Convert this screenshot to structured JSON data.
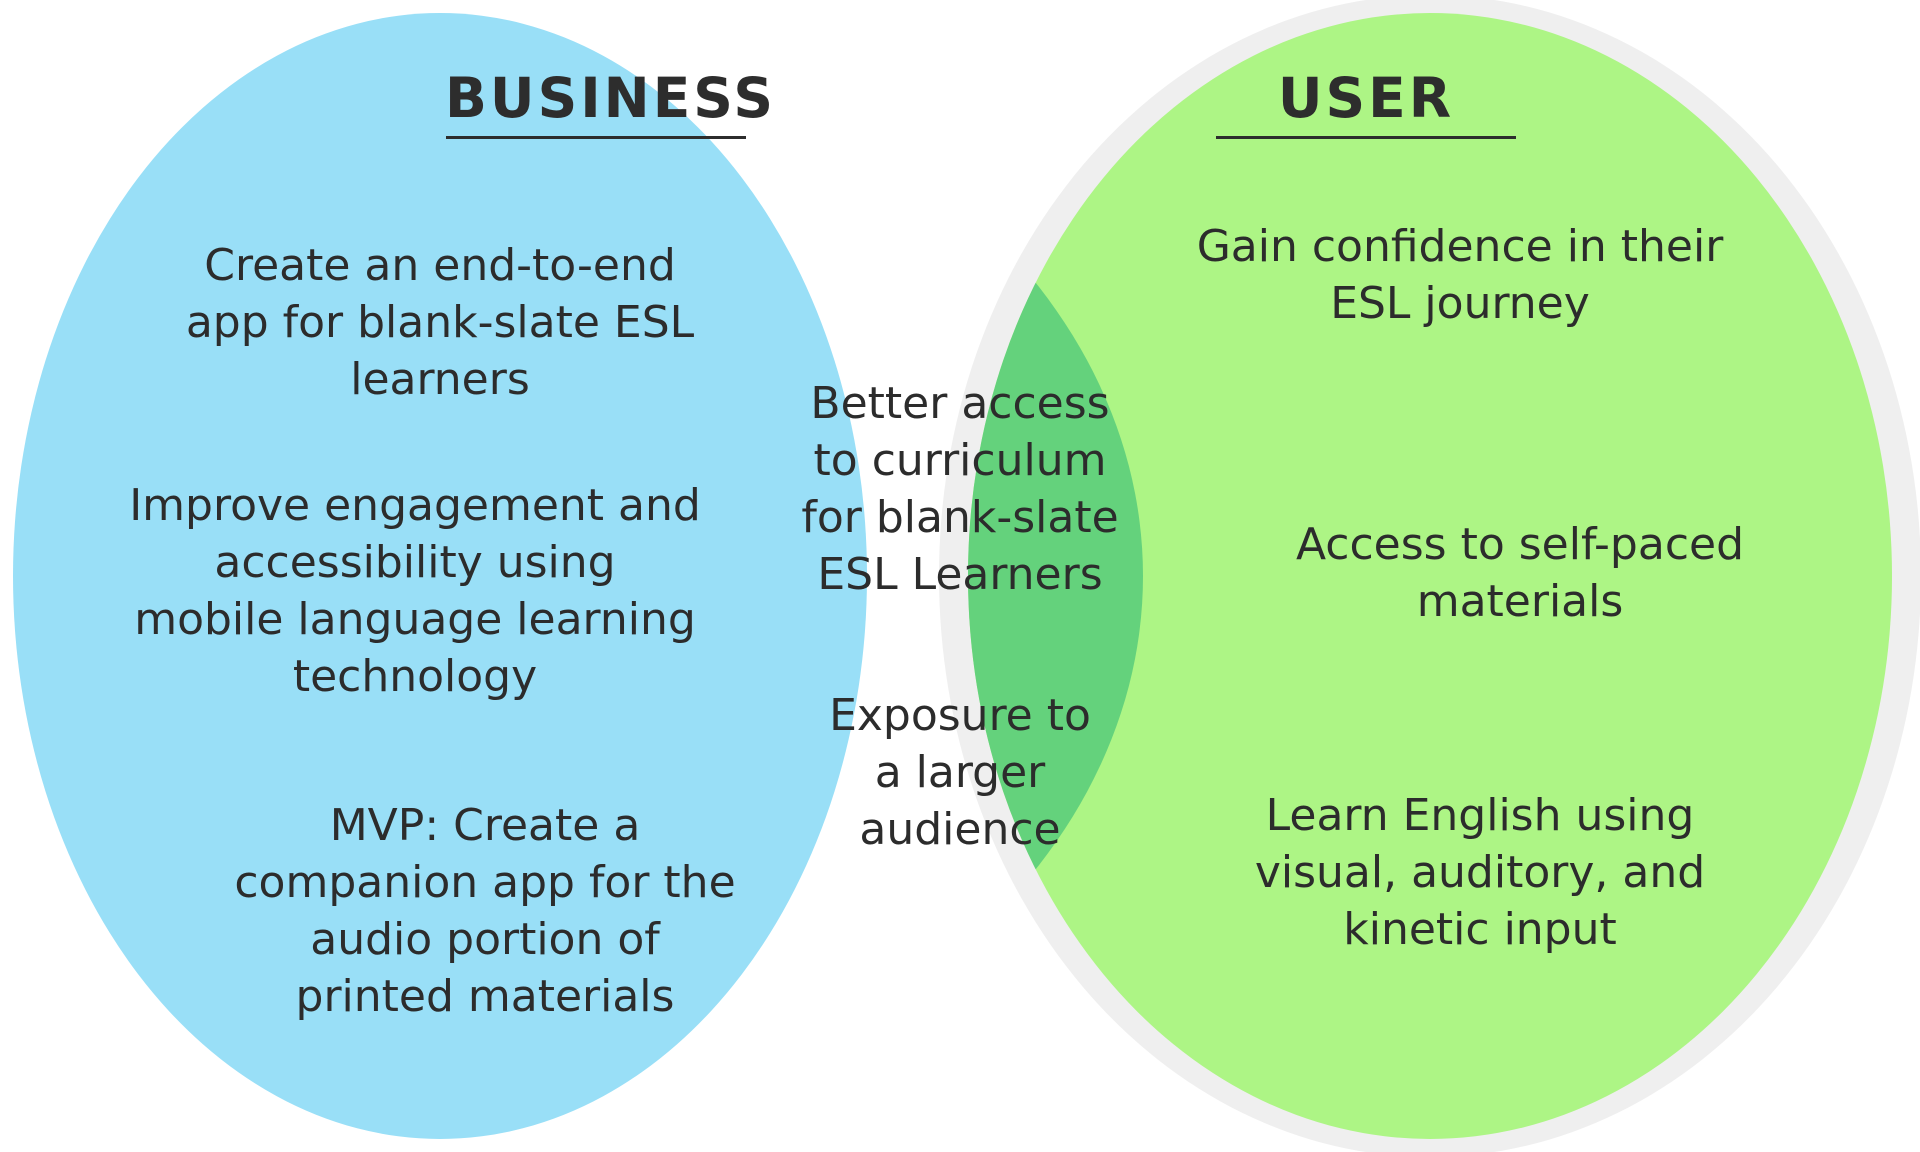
{
  "colors": {
    "business_circle": "#99dff7",
    "user_circle": "#adf585",
    "overlap": "#64d27c",
    "separator": "#efefef",
    "text": "#2c2c2c"
  },
  "business": {
    "heading": "BUSINESS",
    "items": [
      "Create an end-to-end\napp for blank-slate ESL\nlearners",
      "Improve engagement and\naccessibility using\nmobile language learning\ntechnology",
      "MVP: Create a\ncompanion app for the\naudio portion of\nprinted materials"
    ]
  },
  "user": {
    "heading": "USER",
    "items": [
      "Gain confidence in their\nESL journey",
      "Access to self-paced\nmaterials",
      "Learn English using\nvisual, auditory, and\nkinetic input"
    ]
  },
  "overlap": {
    "items": [
      "Better access\nto curriculum\nfor blank-slate\nESL Learners",
      "Exposure to\na larger\naudience"
    ]
  }
}
